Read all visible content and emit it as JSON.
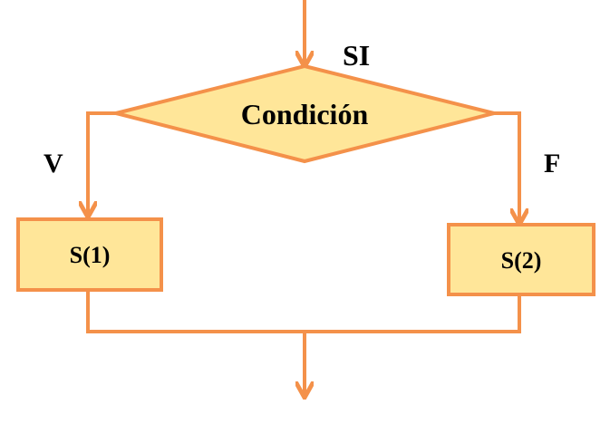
{
  "diagram": {
    "title_label": "SI",
    "condition": "Condición",
    "true_label": "V",
    "false_label": "F",
    "true_statement": "S(1)",
    "false_statement": "S(2)"
  },
  "colors": {
    "fill": "#FFE699",
    "stroke": "#F4914A",
    "text": "#000000"
  }
}
